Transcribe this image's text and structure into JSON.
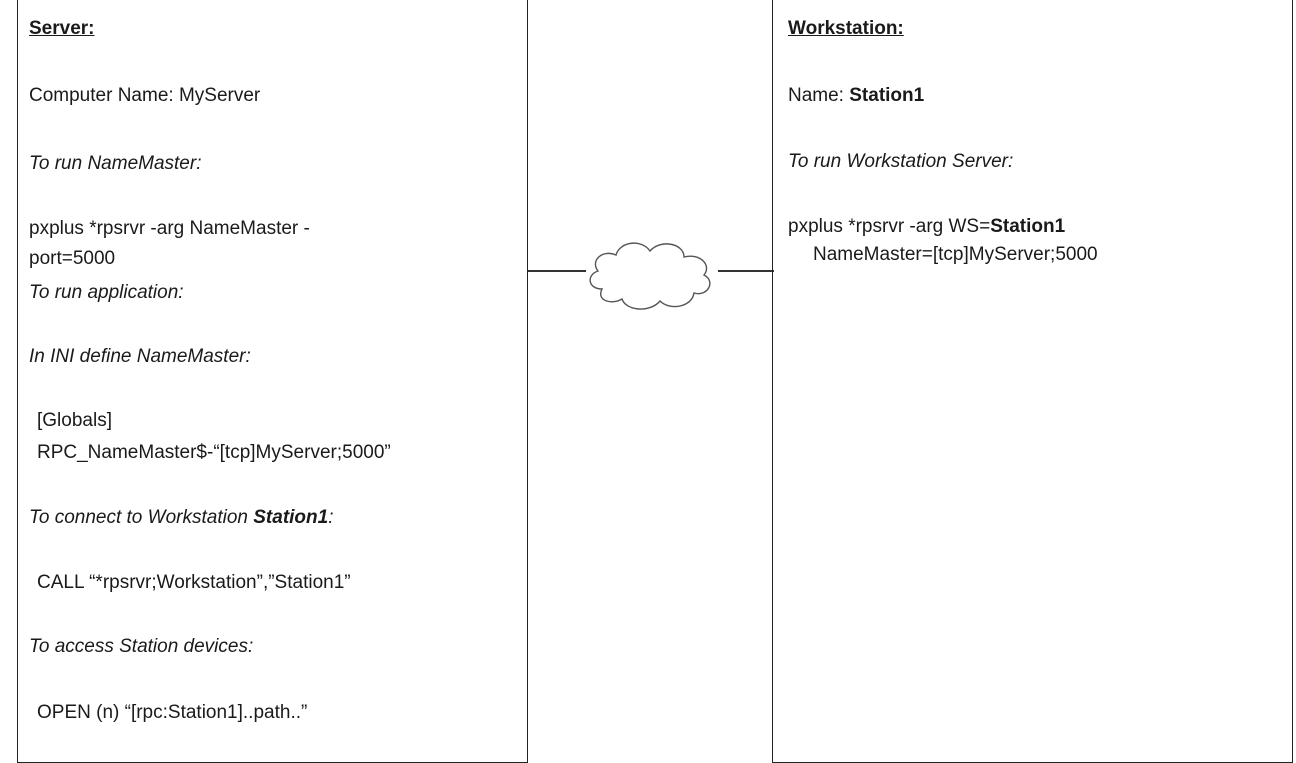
{
  "server": {
    "title": "Server:",
    "computer_name": "Computer Name: MyServer",
    "run_namemaster_heading": "To run NameMaster:",
    "run_namemaster_cmd_1": "pxplus *rpsrvr -arg NameMaster -",
    "run_namemaster_cmd_2": "port=5000",
    "run_app_heading": "To run application:",
    "ini_heading": "In INI define NameMaster:",
    "ini_line_1": "[Globals]",
    "ini_line_2": "RPC_NameMaster$-“[tcp]MyServer;5000”",
    "connect_heading_prefix": "To connect to Workstation ",
    "connect_heading_station": "Station1",
    "connect_heading_suffix": ":",
    "connect_cmd": "CALL “*rpsrvr;Workstation”,”Station1”",
    "access_heading": "To access Station devices:",
    "access_cmd": "OPEN (n) “[rpc:Station1]..path..”"
  },
  "workstation": {
    "title": "Workstation:",
    "name_prefix": "Name: ",
    "name_value": "Station1",
    "run_heading": "To run Workstation Server:",
    "cmd_1_prefix": "pxplus *rpsrvr -arg WS=",
    "cmd_1_station": "Station1",
    "cmd_2": "NameMaster=[tcp]MyServer;5000"
  },
  "network": {
    "cloud_icon": "cloud-icon"
  }
}
